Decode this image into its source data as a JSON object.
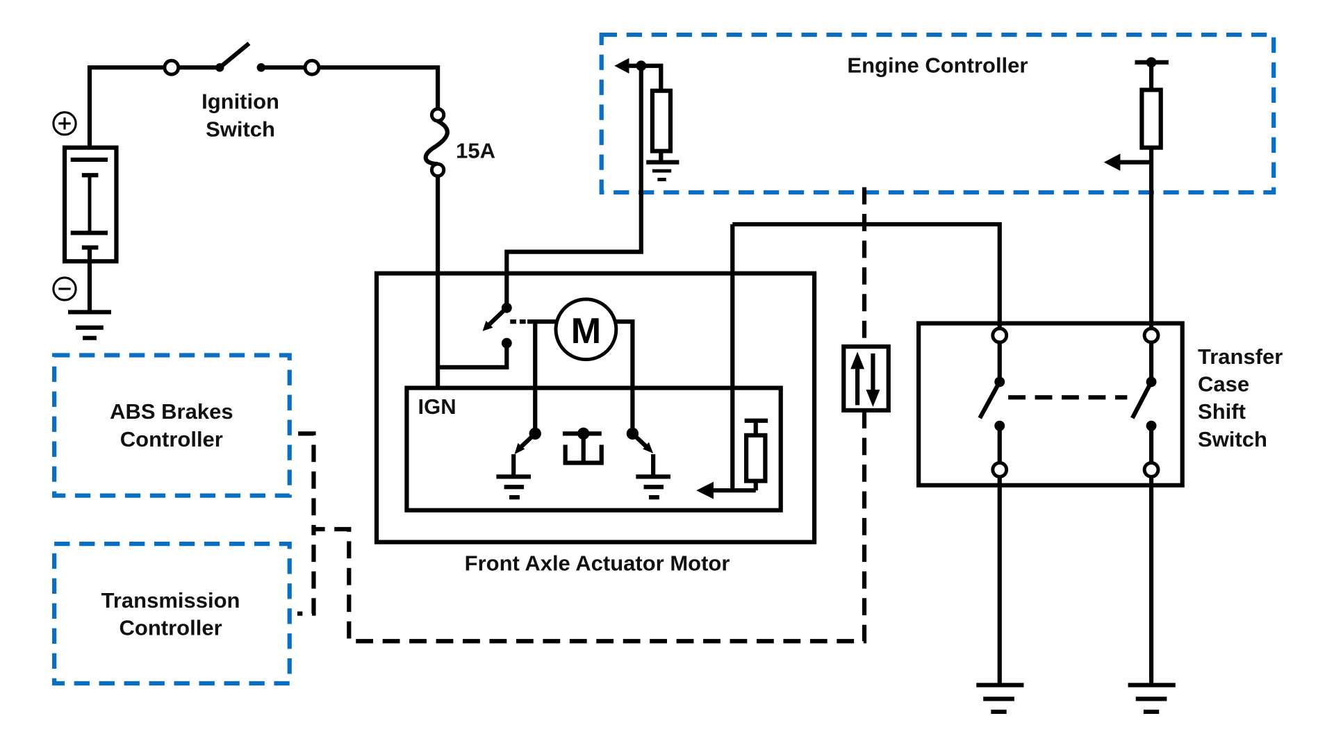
{
  "diagram": {
    "title": "Front Axle / Transfer Case Shift Wiring Schematic",
    "colors": {
      "wire": "#000000",
      "controller_border": "#0a6fc2",
      "background": "#ffffff"
    },
    "labels": {
      "ignition_switch_line1": "Ignition",
      "ignition_switch_line2": "Switch",
      "fuse_rating": "15A",
      "engine_controller": "Engine Controller",
      "abs_line1": "ABS Brakes",
      "abs_line2": "Controller",
      "transmission_line1": "Transmission",
      "transmission_line2": "Controller",
      "actuator_motor": "Front Axle Actuator Motor",
      "ign": "IGN",
      "motor_symbol": "M",
      "transfer_line1": "Transfer",
      "transfer_line2": "Case",
      "transfer_line3": "Shift",
      "transfer_line4": "Switch",
      "battery_positive": "+",
      "battery_negative": "−"
    },
    "components": [
      {
        "id": "battery",
        "type": "battery",
        "icon": "battery-icon"
      },
      {
        "id": "ignition-switch",
        "type": "switch",
        "icon": "switch-icon"
      },
      {
        "id": "fuse",
        "type": "fuse",
        "rating": "15A",
        "icon": "fuse-icon"
      },
      {
        "id": "engine-controller",
        "type": "module",
        "icon": "resistor-icon"
      },
      {
        "id": "abs-controller",
        "type": "module"
      },
      {
        "id": "transmission-controller",
        "type": "module"
      },
      {
        "id": "front-axle-actuator",
        "type": "motor",
        "icon": "motor-icon"
      },
      {
        "id": "data-bus",
        "type": "bus",
        "icon": "bidirectional-arrows-icon"
      },
      {
        "id": "transfer-case-shift-switch",
        "type": "dual-switch",
        "icon": "switch-icon"
      },
      {
        "id": "grounds",
        "type": "ground",
        "count": 6,
        "icon": "ground-icon"
      }
    ]
  }
}
